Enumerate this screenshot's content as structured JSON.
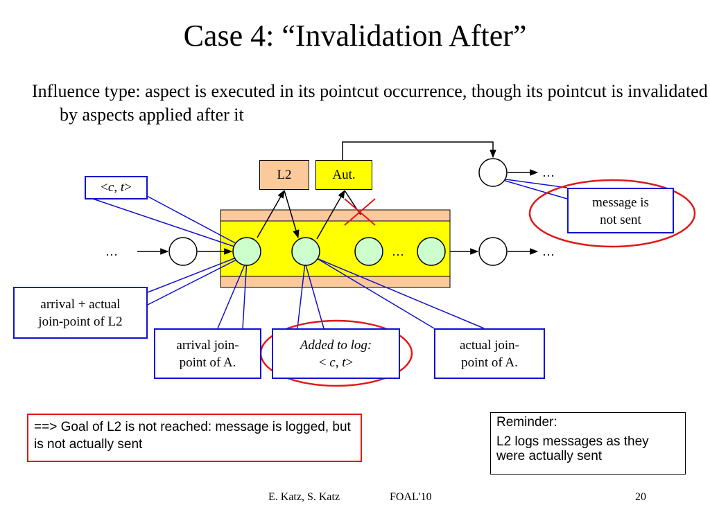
{
  "slide": {
    "title": "Case 4: “Invalidation After”",
    "body": "Influence type: aspect is executed in its pointcut occurrence, though its pointcut is invalidated by aspects applied after it"
  },
  "diagram": {
    "aspects": {
      "l2": "L2",
      "aut": "Aut."
    },
    "ellipsis": "…",
    "ct_prefix": "<",
    "ct_vars": "c, t",
    "ct_suffix": ">",
    "message_not_sent": [
      "message is",
      "not sent"
    ],
    "arrival_actual_l2": [
      "arrival + actual",
      "join-point of L2"
    ],
    "arrival_a": [
      "arrival join-",
      "point of A."
    ],
    "added_to_log": "Added to log:",
    "added_ct_prefix": "< ",
    "added_ct_vars": "c, t",
    "added_ct_suffix": ">",
    "actual_a": [
      "actual join-",
      "point of A."
    ]
  },
  "notes": {
    "goal": "==> Goal of L2 is not reached: message is logged, but is not actually sent",
    "reminder_title": "Reminder:",
    "reminder_body": "L2 logs messages as they were actually sent"
  },
  "footer": {
    "authors": "E. Katz, S. Katz",
    "venue": "FOAL'10",
    "page": "20"
  },
  "colors": {
    "band_orange": "#fcc99a",
    "band_yellow": "#ffff00",
    "node_green": "#ccffcc",
    "l2_box": "#fcc99a",
    "aut_box": "#ffff00",
    "callout_blue": "#1010d0",
    "highlight_red": "#e01818"
  }
}
